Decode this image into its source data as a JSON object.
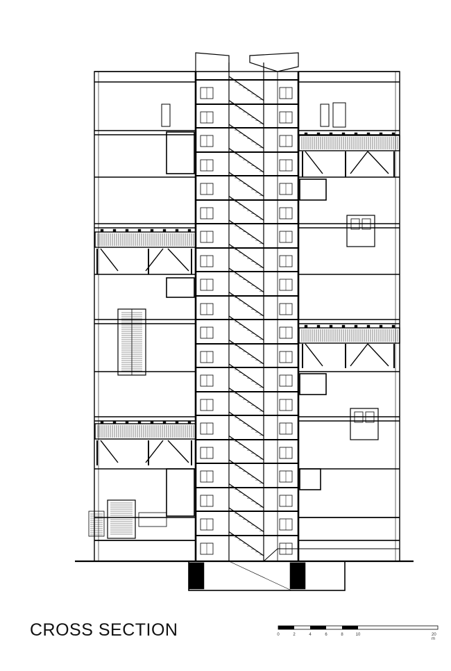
{
  "title": "CROSS SECTION",
  "scale_bar": {
    "labels": [
      "0",
      "2",
      "4",
      "6",
      "8",
      "10",
      "20 m"
    ]
  }
}
